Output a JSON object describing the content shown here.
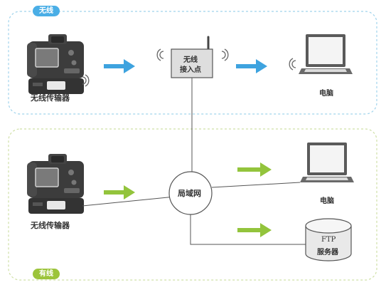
{
  "sections": {
    "wireless": {
      "label": "无线",
      "color": "#4aaee6"
    },
    "wired": {
      "label": "有线",
      "color": "#9cc43b"
    }
  },
  "wireless_section": {
    "transmitter_label": "无线传输器",
    "access_point_line1": "无线",
    "access_point_line2": "接入点",
    "computer_label": "电脑"
  },
  "wired_section": {
    "transmitter_label": "无线传输器",
    "lan_label": "局域网",
    "computer_label": "电脑",
    "ftp_line1": "FTP",
    "ftp_line2": "服务器"
  },
  "icons": [
    "camera-icon",
    "access-point-icon",
    "laptop-icon",
    "ftp-server-icon",
    "wifi-waves-icon",
    "arrow-icon"
  ],
  "colors": {
    "blue_arrow": "#3ea3df",
    "green_arrow": "#93c43c",
    "line": "#555555"
  }
}
